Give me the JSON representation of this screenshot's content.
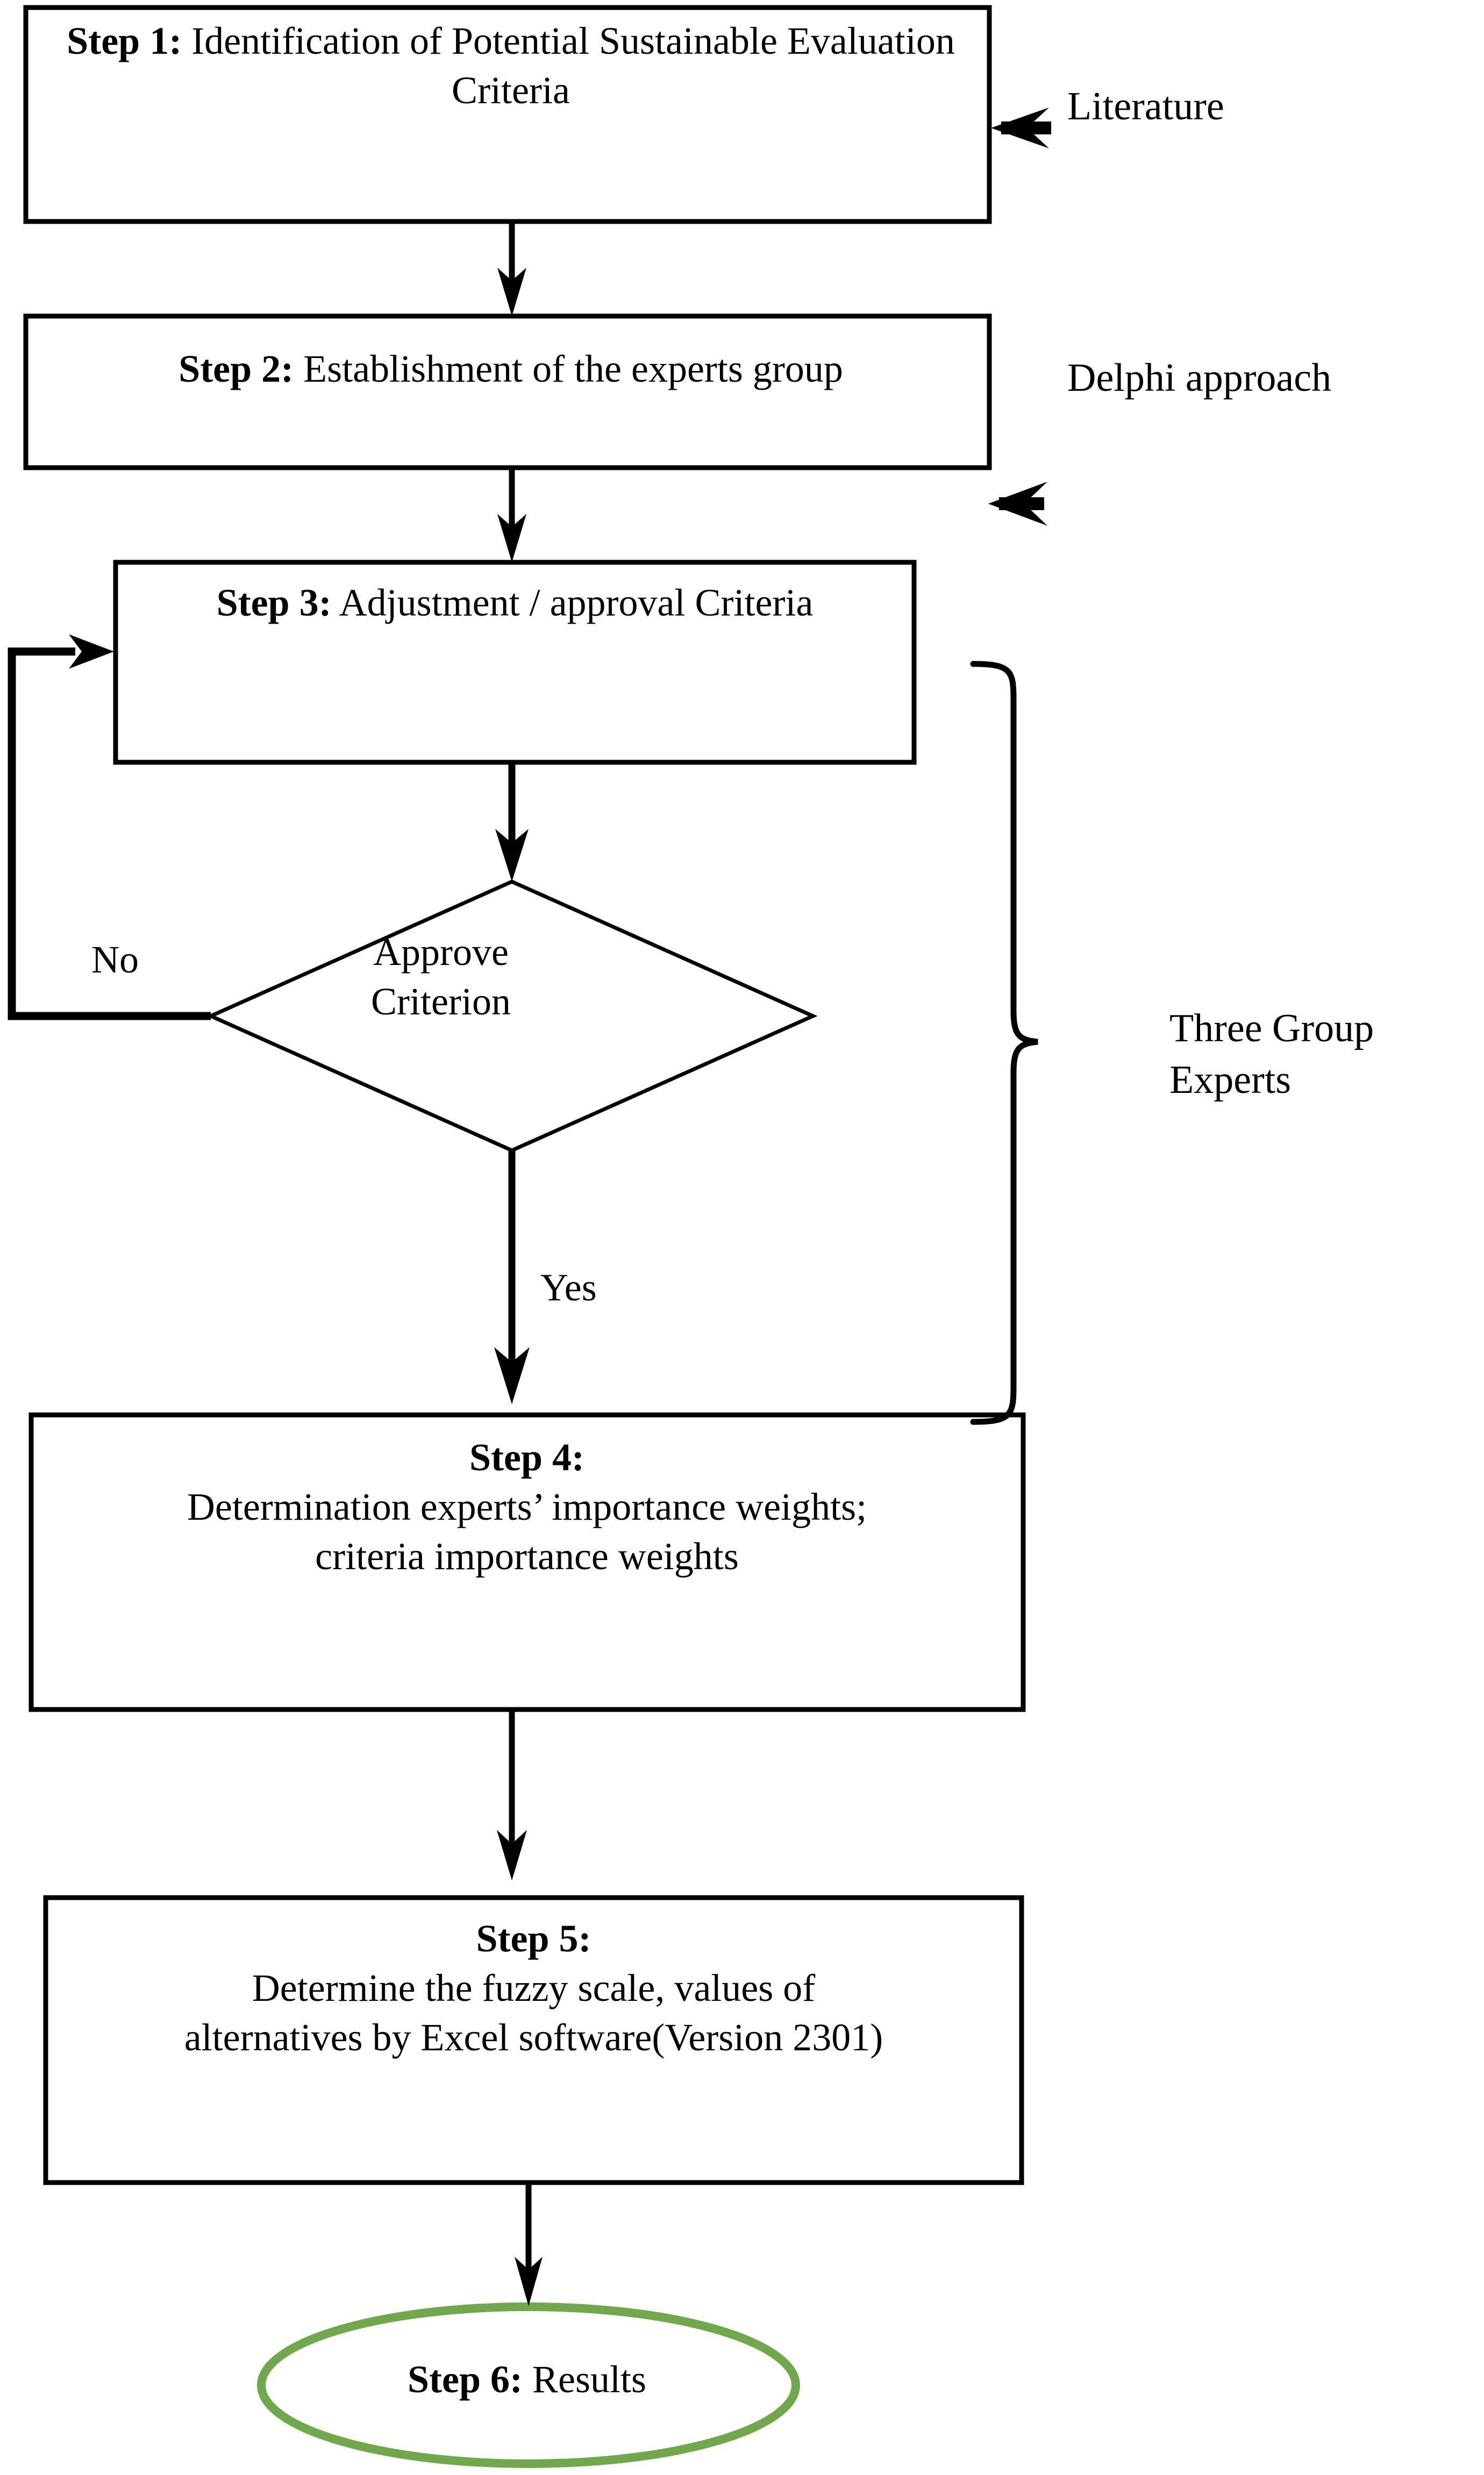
{
  "diagram": {
    "title": "Sustainable evaluation methodology flowchart",
    "colors": {
      "stroke": "#000000",
      "background": "#ffffff",
      "result_ellipse": "#70a94b"
    },
    "nodes": [
      {
        "id": "step1",
        "shape": "rectangle",
        "label_bold": "Step 1:",
        "label_rest": " Identification of Potential Sustainable Evaluation Criteria"
      },
      {
        "id": "step2",
        "shape": "rectangle",
        "label_bold": "Step 2:",
        "label_rest": " Establishment of the experts group"
      },
      {
        "id": "step3",
        "shape": "rectangle",
        "label_bold": "Step 3:",
        "label_rest": " Adjustment / approval Criteria"
      },
      {
        "id": "decision",
        "shape": "diamond",
        "label_line1": "Approve",
        "label_line2": "Criterion"
      },
      {
        "id": "step4",
        "shape": "rectangle",
        "label_bold": "Step 4:",
        "label_line2": "Determination experts’ importance weights;",
        "label_line3": "criteria importance weights"
      },
      {
        "id": "step5",
        "shape": "rectangle",
        "label_bold": "Step 5:",
        "label_line2": "Determine the fuzzy scale, values of",
        "label_line3": "alternatives by Excel software(Version 2301)"
      },
      {
        "id": "step6",
        "shape": "ellipse",
        "label_bold": "Step 6:",
        "label_rest": " Results"
      }
    ],
    "edge_labels": {
      "no": "No",
      "yes": "Yes"
    },
    "side_labels": {
      "literature": "Literature",
      "delphi": "Delphi approach",
      "three_group_experts_line1": "Three Group",
      "three_group_experts_line2": "Experts"
    }
  }
}
